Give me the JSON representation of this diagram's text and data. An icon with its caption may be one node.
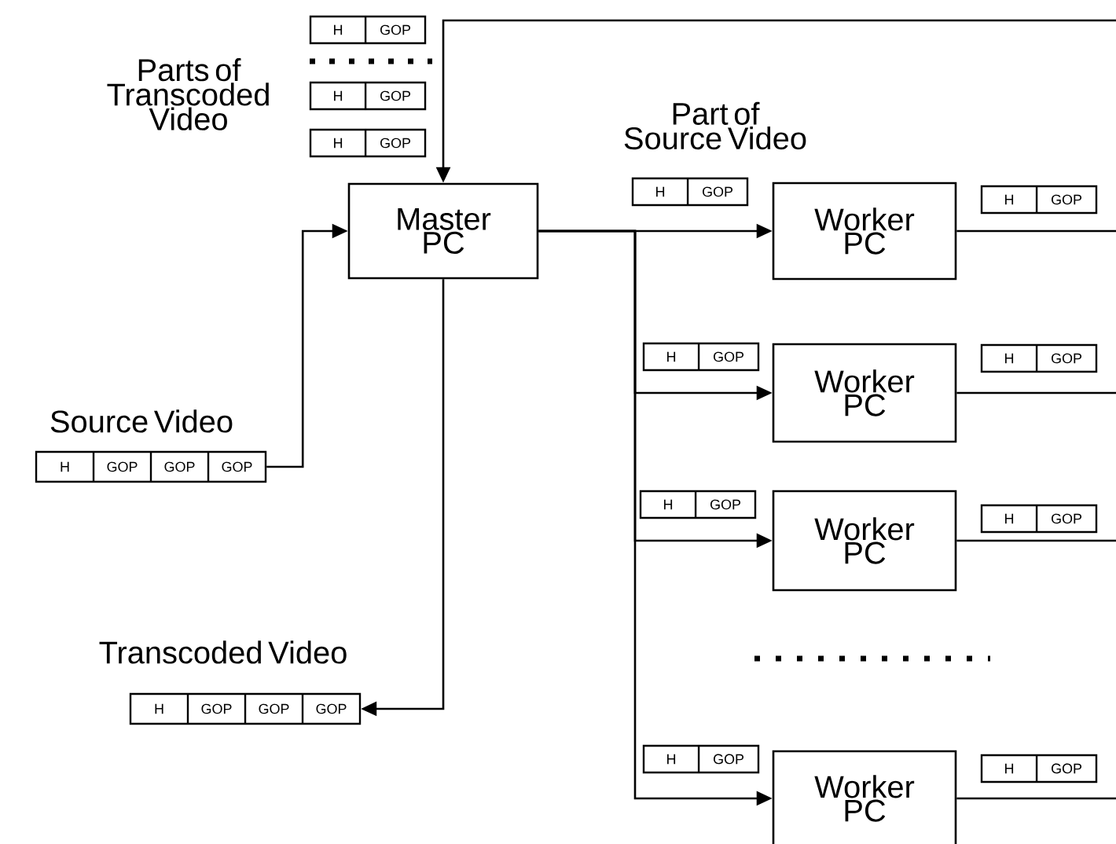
{
  "diagram": {
    "nodes": [
      {
        "text": [
          "Master PC"
        ]
      },
      {
        "text": [
          "Worker PC"
        ]
      },
      {
        "text": [
          "Worker PC"
        ]
      },
      {
        "text": [
          "Worker PC"
        ]
      },
      {
        "text": [
          "Worker PC"
        ]
      },
      {
        "text": [
          "H",
          "GOP",
          "GOP",
          "GOP"
        ],
        "beside": [
          "Source Video"
        ]
      },
      {
        "text": [
          "H",
          "GOP",
          "GOP",
          "GOP"
        ],
        "beside": [
          "Transcoded Video"
        ]
      },
      {
        "text": [
          "H",
          "GOP"
        ]
      },
      {
        "text": [
          "H",
          "GOP"
        ]
      },
      {
        "text": [
          "H",
          "GOP"
        ]
      },
      {
        "text": [
          "H",
          "GOP"
        ],
        "beside": [
          "Part of Source Video"
        ]
      },
      {
        "text": [
          "H",
          "GOP"
        ]
      },
      {
        "text": [
          "H",
          "GOP"
        ]
      },
      {
        "text": [
          "H",
          "GOP"
        ]
      },
      {
        "text": [
          "H",
          "GOP"
        ]
      },
      {
        "text": [
          "H",
          "GOP"
        ]
      },
      {
        "text": [
          "H",
          "GOP"
        ]
      },
      {
        "text": [
          "H",
          "GOP"
        ]
      }
    ],
    "edges": [
      {
        "from": 5,
        "to": 0,
        "arrow": "to"
      },
      {
        "from": 0,
        "to": 6,
        "arrow": "to"
      },
      {
        "from": 0,
        "to": 1,
        "arrow": "to"
      },
      {
        "from": 0,
        "to": 2,
        "arrow": "to"
      },
      {
        "from": 0,
        "to": 3,
        "arrow": "to"
      },
      {
        "from": 0,
        "to": 4,
        "arrow": "to"
      },
      {
        "from": 1,
        "to": null,
        "arrow": "none"
      },
      {
        "from": 2,
        "to": null,
        "arrow": "none"
      },
      {
        "from": 3,
        "to": null,
        "arrow": "none"
      },
      {
        "from": 4,
        "to": null,
        "arrow": "none"
      },
      {
        "from": null,
        "to": 0,
        "arrow": "to"
      }
    ],
    "labels": [
      "Parts of Transcoded Video"
    ]
  }
}
